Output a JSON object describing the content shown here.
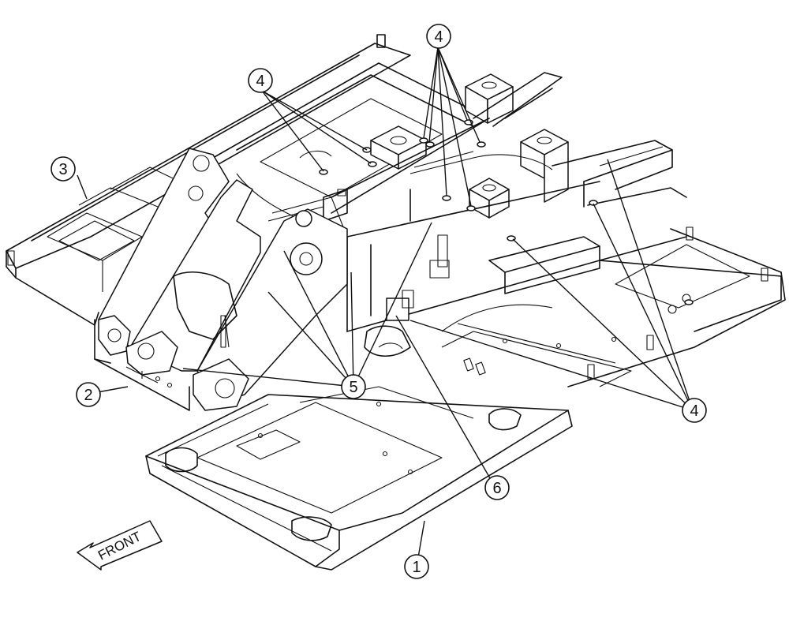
{
  "figure": {
    "front_label": "FRONT",
    "callouts": [
      {
        "id": "c1",
        "label": "1"
      },
      {
        "id": "c2",
        "label": "2"
      },
      {
        "id": "c3",
        "label": "3"
      },
      {
        "id": "c4a",
        "label": "4"
      },
      {
        "id": "c4b",
        "label": "4"
      },
      {
        "id": "c4c",
        "label": "4"
      },
      {
        "id": "c5",
        "label": "5"
      },
      {
        "id": "c6",
        "label": "6"
      }
    ]
  }
}
